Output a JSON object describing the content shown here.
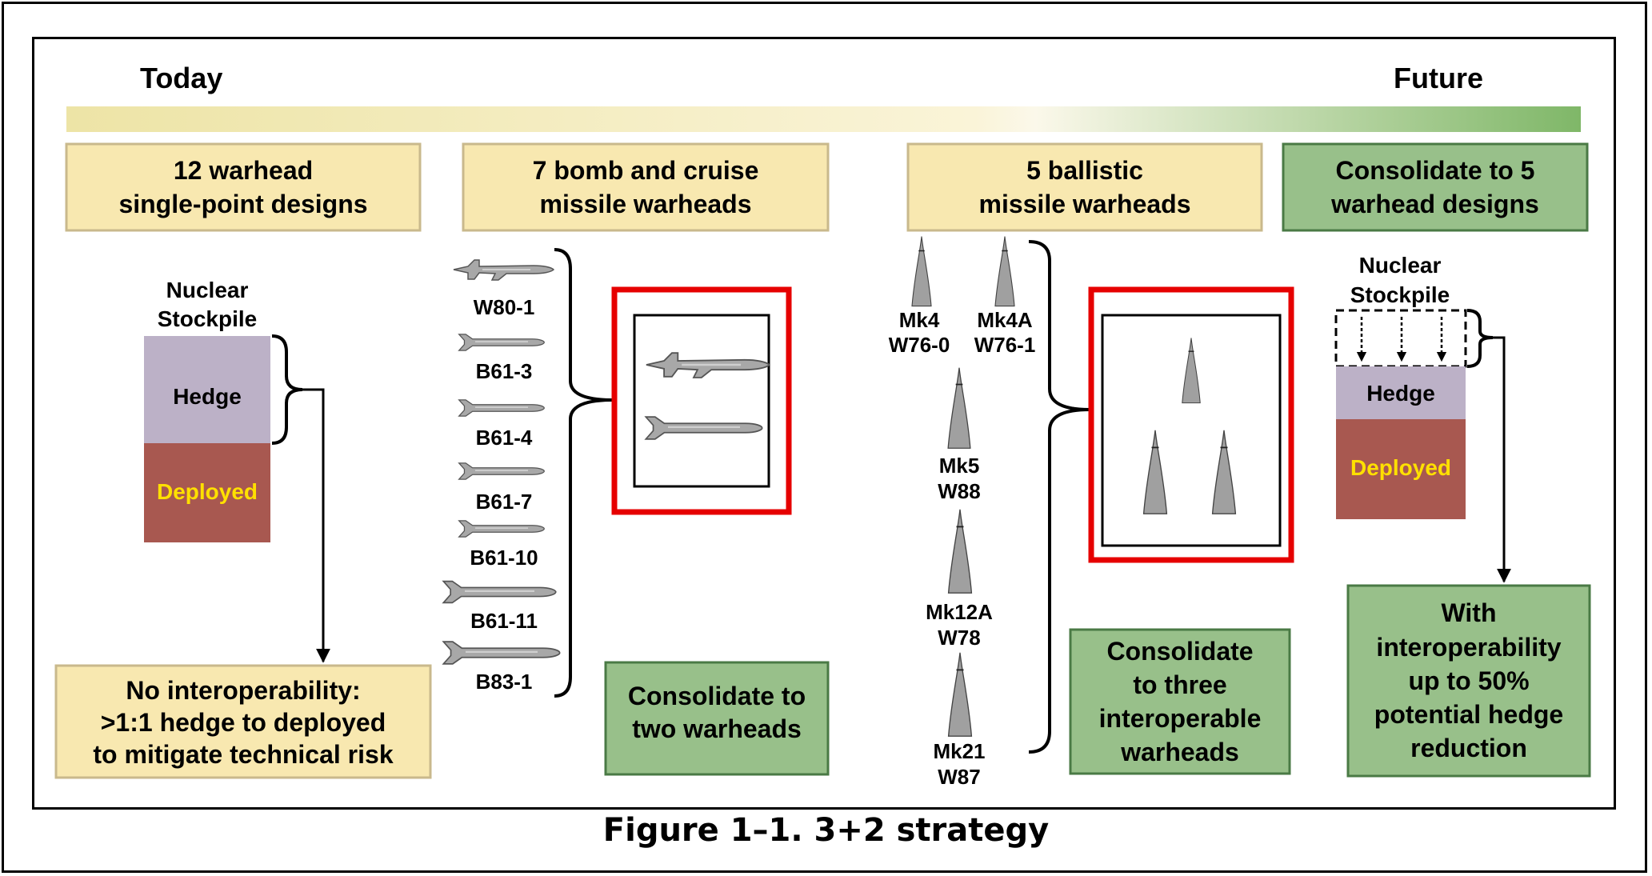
{
  "header": {
    "today": "Today",
    "future": "Future"
  },
  "boxes": {
    "single_point_l1": "12 warhead",
    "single_point_l2": "single-point designs",
    "bomb_cruise_l1": "7 bomb and cruise",
    "bomb_cruise_l2": "missile warheads",
    "ballistic_l1": "5 ballistic",
    "ballistic_l2": "missile warheads",
    "consolidate5_l1": "Consolidate to 5",
    "consolidate5_l2": "warhead designs",
    "no_interop_l1": "No interoperability:",
    "no_interop_l2": ">1:1 hedge to deployed",
    "no_interop_l3": "to mitigate technical risk",
    "two_l1": "Consolidate to",
    "two_l2": "two warheads",
    "three_l1": "Consolidate",
    "three_l2": "to three",
    "three_l3": "interoperable",
    "three_l4": "warheads",
    "interop_l1": "With",
    "interop_l2": "interoperability",
    "interop_l3": "up to 50%",
    "interop_l4": "potential hedge",
    "interop_l5": "reduction"
  },
  "stockpile": {
    "today_l1": "Nuclear",
    "today_l2": "Stockpile",
    "future_l1": "Nuclear",
    "future_l2": "Stockpile",
    "hedge": "Hedge",
    "deployed": "Deployed"
  },
  "bombs": [
    "W80-1",
    "B61-3",
    "B61-4",
    "B61-7",
    "B61-10",
    "B61-11",
    "B83-1"
  ],
  "ballistic": {
    "mk4_a": "Mk4",
    "mk4_b": "W76-0",
    "mk4a_a": "Mk4A",
    "mk4a_b": "W76-1",
    "mk5_a": "Mk5",
    "mk5_b": "W88",
    "mk12a_a": "Mk12A",
    "mk12a_b": "W78",
    "mk21_a": "Mk21",
    "mk21_b": "W87"
  },
  "caption": "Figure 1–1.  3+2 strategy",
  "colors": {
    "tan": "#f8e8b0",
    "tan_border": "#c9b98c",
    "green": "#98c08a",
    "green_border": "#4a7a45",
    "hedge": "#bcb1c7",
    "deployed": "#a85850",
    "deployed_text": "#ffe000",
    "red": "#e60000",
    "weapon_fill": "#a8a8a8",
    "weapon_stroke": "#555555"
  }
}
